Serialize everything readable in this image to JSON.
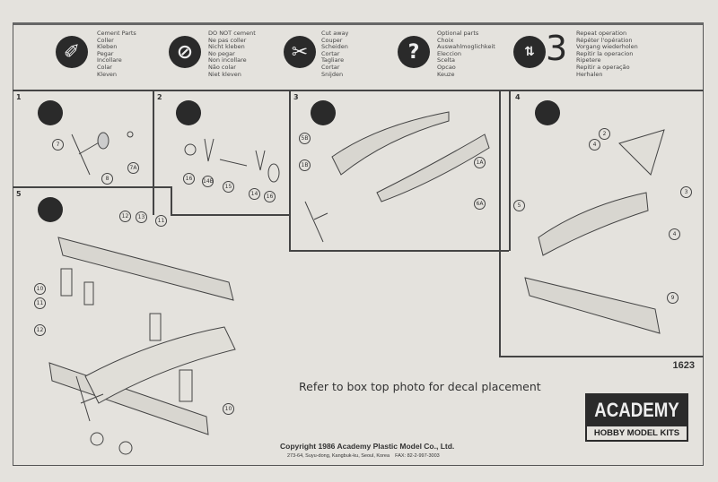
{
  "legend": [
    {
      "icon": "cement-icon",
      "lines": [
        "Cement Parts",
        "Coller",
        "Kleben",
        "Pegar",
        "Incollare",
        "Colar",
        "Kleven"
      ]
    },
    {
      "icon": "no-cement-icon",
      "lines": [
        "DO NOT cement",
        "Ne pas coller",
        "Nicht kleben",
        "No pegar",
        "Non incollare",
        "Não colar",
        "Niet kleven"
      ]
    },
    {
      "icon": "cut-away-icon",
      "lines": [
        "Cut away",
        "Couper",
        "Scheiden",
        "Cortar",
        "Tagliare",
        "Cortar",
        "Snijden"
      ]
    },
    {
      "icon": "optional-parts-icon",
      "glyph": "?",
      "lines": [
        "Optional parts",
        "Choix",
        "Auswahlmoglichkeit",
        "Eleccion",
        "Scelta",
        "Opcao",
        "Keuze"
      ]
    },
    {
      "icon": "repeat-operation-icon",
      "glyph": "3",
      "lines": [
        "Repeat operation",
        "Répéter l'opération",
        "Vorgang wiederholen",
        "Repitir la operacion",
        "Ripetere",
        "Repitir a operação",
        "Herhalen"
      ]
    }
  ],
  "steps": [
    {
      "n": "1",
      "parts": [
        "7",
        "8",
        "7A"
      ]
    },
    {
      "n": "2",
      "parts": [
        "16",
        "14B",
        "15",
        "14",
        "16"
      ]
    },
    {
      "n": "3",
      "parts": [
        "5B",
        "1B",
        "1A",
        "6A"
      ]
    },
    {
      "n": "4",
      "parts": [
        "2",
        "4",
        "3",
        "5",
        "4",
        "9"
      ]
    },
    {
      "n": "5",
      "parts": [
        "12",
        "13",
        "11",
        "10",
        "11",
        "12",
        "10"
      ]
    }
  ],
  "kit_number": "1623",
  "decal_note": "Refer to box top photo for decal placement",
  "logo": {
    "brand": "ACADEMY",
    "tagline": "HOBBY MODEL KITS"
  },
  "copyright": "Copyright 1986 Academy Plastic Model Co., Ltd.",
  "address": "273-64, Suyu-dong, Kangbuk-ku, Seoul, Korea    FAX: 82-2-997-3003"
}
